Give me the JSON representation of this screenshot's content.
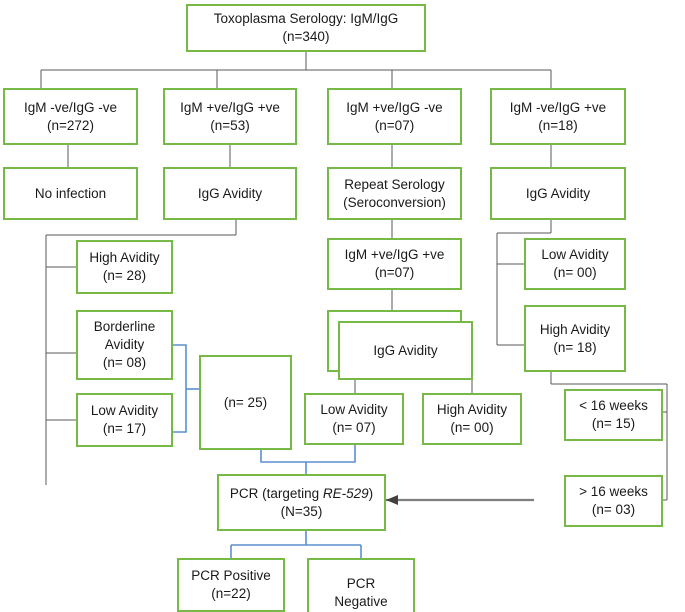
{
  "diagram": {
    "title": "Toxoplasma Serology flow diagram",
    "colors": {
      "node_border": "#76b947",
      "node_fill": "#ffffff",
      "connector_dark": "#595959",
      "connector_blue": "#5b8fd1",
      "arrow": "#7f7f7f",
      "text": "#1a1a1a"
    },
    "nodes": {
      "root": {
        "line1": "Toxoplasma Serology: IgM/IgG",
        "line2": "(n=340)"
      },
      "igm_neg_igg_neg": {
        "line1": "IgM -ve/IgG -ve",
        "line2": "(n=272)"
      },
      "igm_pos_igg_pos": {
        "line1": "IgM +ve/IgG +ve",
        "line2": "(n=53)"
      },
      "igm_pos_igg_neg": {
        "line1": "IgM +ve/IgG -ve",
        "line2": "(n=07)"
      },
      "igm_neg_igg_pos": {
        "line1": "IgM -ve/IgG +ve",
        "line2": "(n=18)"
      },
      "no_infection": {
        "line1": "No infection"
      },
      "igg_avidity_left": {
        "line1": "IgG Avidity"
      },
      "repeat_serology": {
        "line1": "Repeat Serology",
        "line2": "(Seroconversion)"
      },
      "igg_avidity_right": {
        "line1": "IgG Avidity"
      },
      "high_avidity_left": {
        "line1": "High Avidity",
        "line2": "(n= 28)"
      },
      "borderline_avidity_left": {
        "line1": "Borderline",
        "line2": "Avidity",
        "line3": "(n= 08)"
      },
      "low_avidity_left": {
        "line1": "Low Avidity",
        "line2": "(n= 17)"
      },
      "pooled_25": {
        "line1": "(n= 25)"
      },
      "igm_pos_igg_pos_repeat": {
        "line1": "IgM +ve/IgG +ve",
        "line2": "(n=07)"
      },
      "igg_avidity_mid": {
        "line1": "IgG Avidity"
      },
      "low_avidity_mid": {
        "line1": "Low Avidity",
        "line2": "(n= 07)"
      },
      "high_avidity_mid": {
        "line1": "High Avidity",
        "line2": "(n= 00)"
      },
      "low_avidity_right": {
        "line1": "Low Avidity",
        "line2": "(n= 00)"
      },
      "high_avidity_right": {
        "line1": "High Avidity",
        "line2": "(n= 18)"
      },
      "weeks_under16": {
        "line1": "< 16 weeks",
        "line2": "(n= 15)"
      },
      "weeks_over16": {
        "line1": "> 16 weeks",
        "line2": "(n= 03)"
      },
      "pcr": {
        "line1_pre": "PCR (targeting ",
        "line1_em": "RE-529",
        "line1_post": ")",
        "line2": "(N=35)"
      },
      "pcr_positive": {
        "line1": "PCR Positive",
        "line2": "(n=22)"
      },
      "pcr_negative": {
        "line1": "PCR",
        "line2": "Negative"
      }
    }
  }
}
